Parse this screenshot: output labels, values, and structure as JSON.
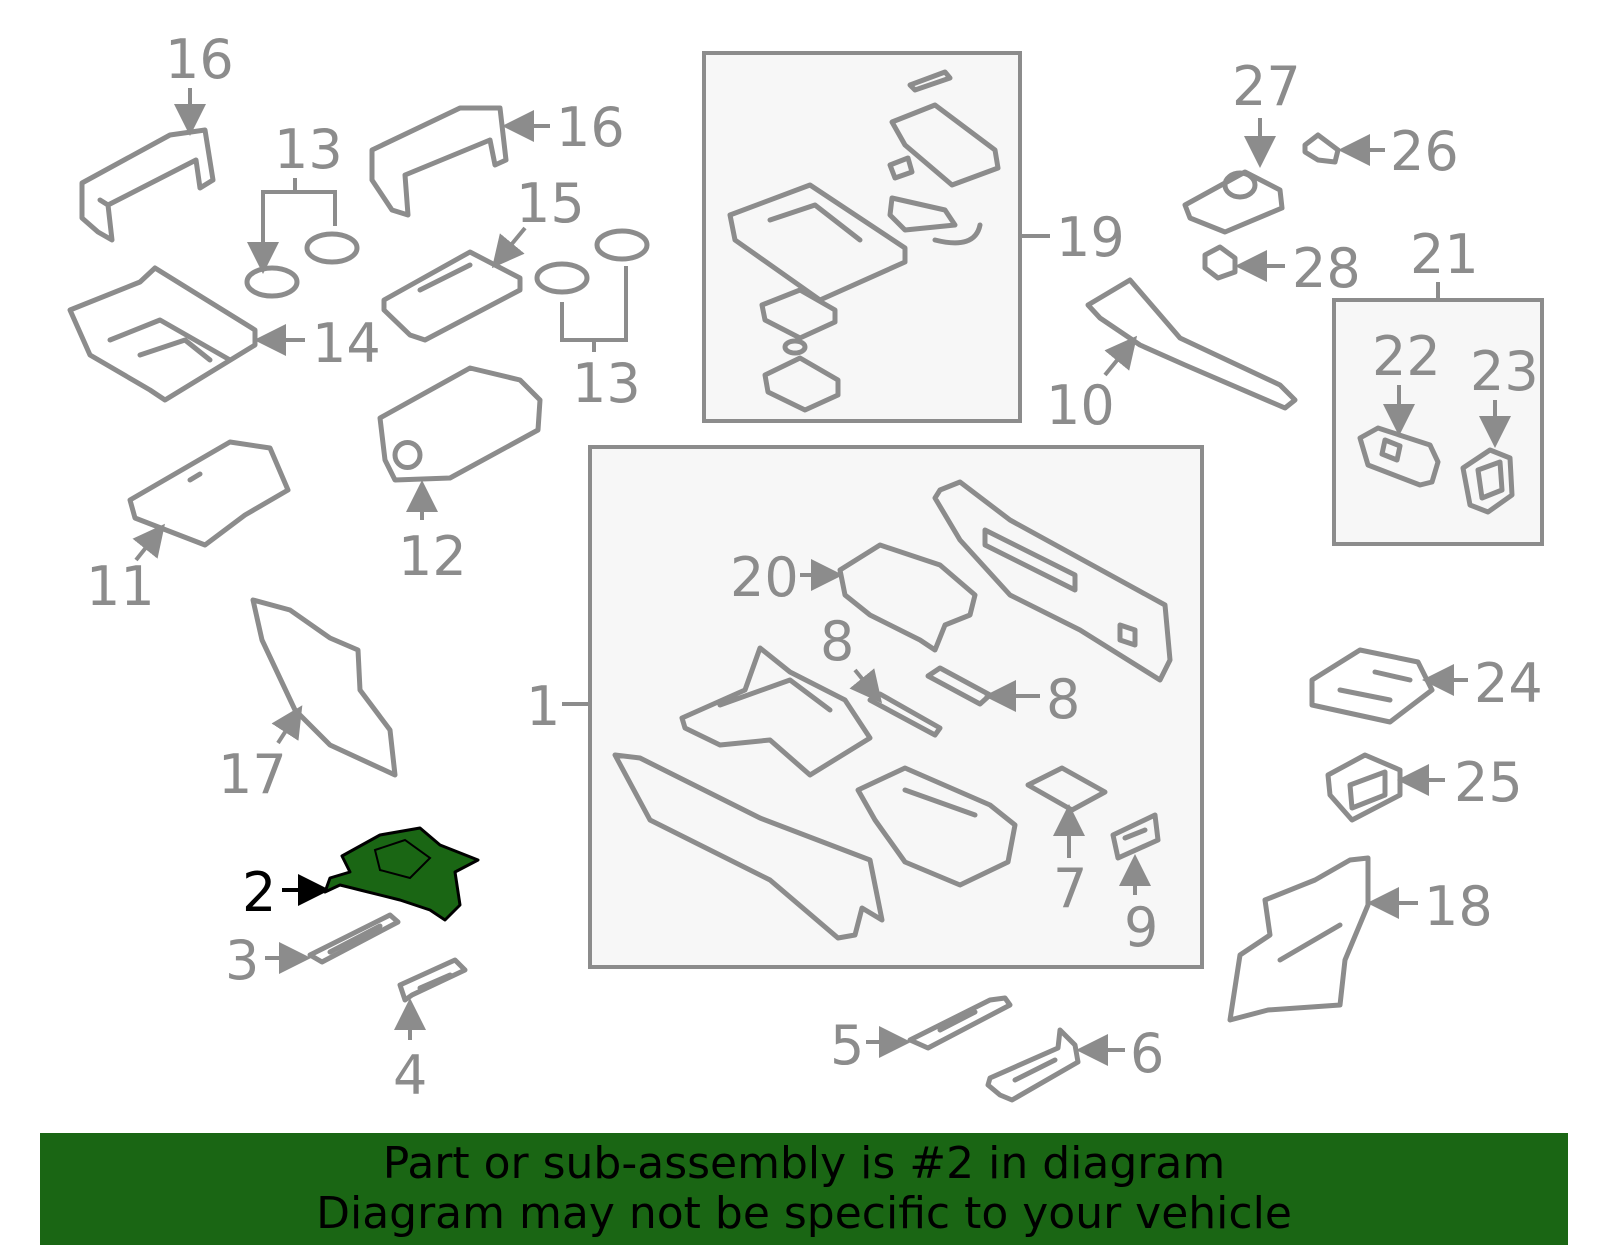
{
  "callouts": {
    "c1": "1",
    "c2": "2",
    "c3": "3",
    "c4": "4",
    "c5": "5",
    "c6": "6",
    "c7": "7",
    "c8": "8",
    "c9": "9",
    "c10": "10",
    "c11": "11",
    "c12": "12",
    "c13": "13",
    "c14": "14",
    "c15": "15",
    "c16": "16",
    "c17": "17",
    "c18": "18",
    "c19": "19",
    "c20": "20",
    "c21": "21",
    "c22": "22",
    "c23": "23",
    "c24": "24",
    "c25": "25",
    "c26": "26",
    "c27": "27",
    "c28": "28"
  },
  "highlight": {
    "part_number": "2",
    "color": "#1a6614"
  },
  "banner": {
    "line1": "Part or sub-assembly is #2 in diagram",
    "line2": "Diagram may not be specific to your vehicle",
    "background": "#1a6614"
  }
}
